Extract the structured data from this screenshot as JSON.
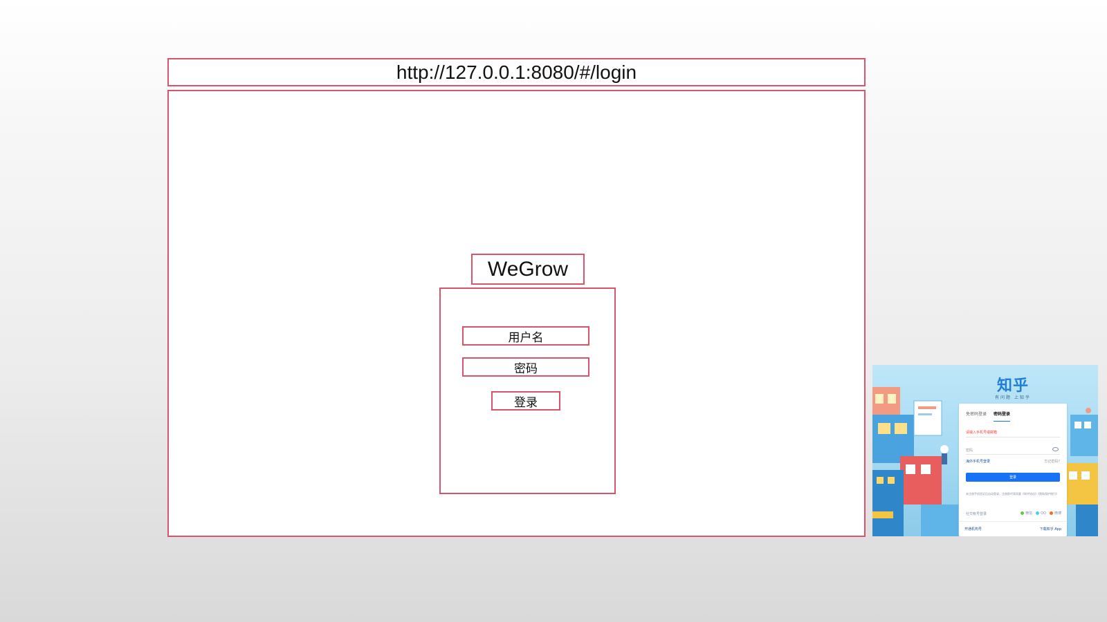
{
  "browser": {
    "url": "http://127.0.0.1:8080/#/login"
  },
  "login": {
    "brand": "WeGrow",
    "username_label": "用户名",
    "password_label": "密码",
    "login_button": "登录"
  },
  "reference": {
    "logo": "知乎",
    "slogan": "有问题 上知乎",
    "tabs": [
      "免密码登录",
      "密码登录"
    ],
    "error_text": "请输入手机号或邮箱",
    "password_placeholder": "密码",
    "overseas_login": "海外手机号登录",
    "forgot_password": "忘记密码?",
    "login_button": "登录",
    "agreement": "未注册手机验证后自动登录，注册即代表同意《知乎协议》《隐私保护指引》",
    "social_label": "社交帐号登录",
    "social_options": [
      "微信",
      "QQ",
      "微博"
    ],
    "footer_left": "开通机构号",
    "footer_right": "下载知乎 App"
  },
  "colors": {
    "wireframe_border": "#d9546b",
    "zhihu_blue": "#1772f6",
    "zhihu_logo": "#1e7fd9"
  }
}
